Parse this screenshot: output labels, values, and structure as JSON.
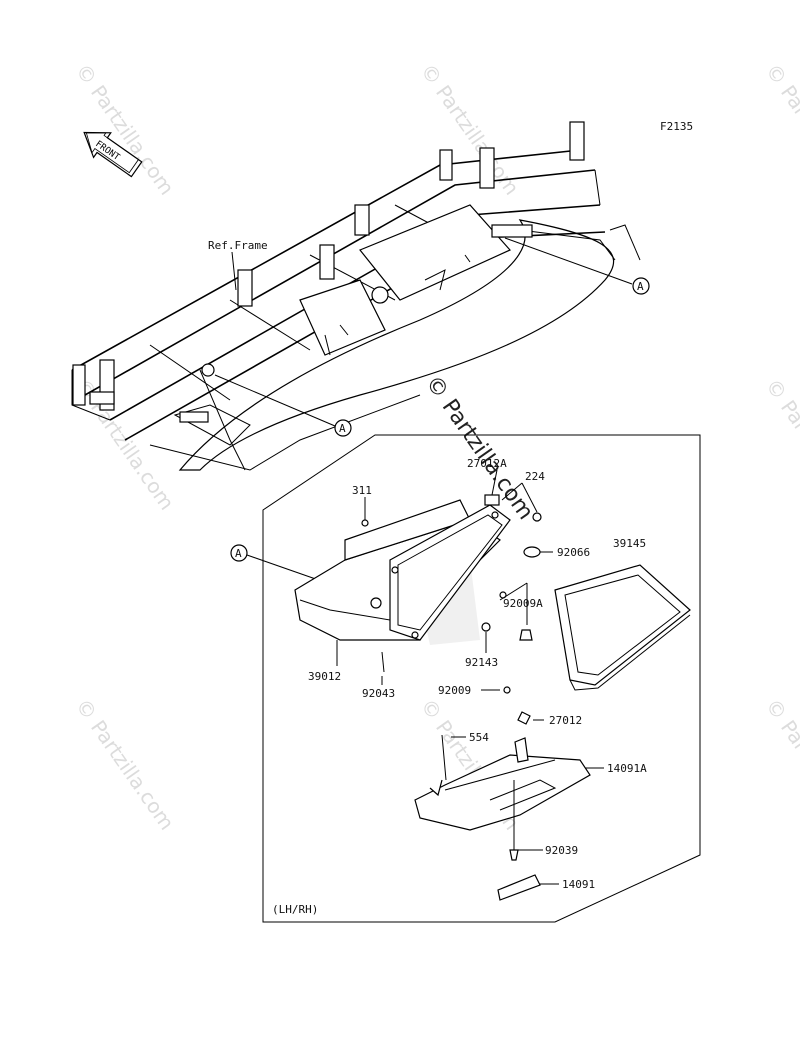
{
  "diagram": {
    "code": "F2135",
    "front_arrow_label": "FRONT",
    "ref_frame_label": "Ref.Frame",
    "variant_label": "(LH/RH)",
    "reference_marker": "A",
    "watermark": "© Partzilla.com"
  },
  "parts": [
    {
      "id": "p27012a",
      "number": "27012A"
    },
    {
      "id": "p224",
      "number": "224"
    },
    {
      "id": "p311",
      "number": "311"
    },
    {
      "id": "p92066",
      "number": "92066"
    },
    {
      "id": "p39145",
      "number": "39145"
    },
    {
      "id": "p92009a",
      "number": "92009A"
    },
    {
      "id": "p92143",
      "number": "92143"
    },
    {
      "id": "p39012",
      "number": "39012"
    },
    {
      "id": "p92043",
      "number": "92043"
    },
    {
      "id": "p92009",
      "number": "92009"
    },
    {
      "id": "p27012",
      "number": "27012"
    },
    {
      "id": "p554",
      "number": "554"
    },
    {
      "id": "p14091a",
      "number": "14091A"
    },
    {
      "id": "p92039",
      "number": "92039"
    },
    {
      "id": "p14091",
      "number": "14091"
    }
  ]
}
